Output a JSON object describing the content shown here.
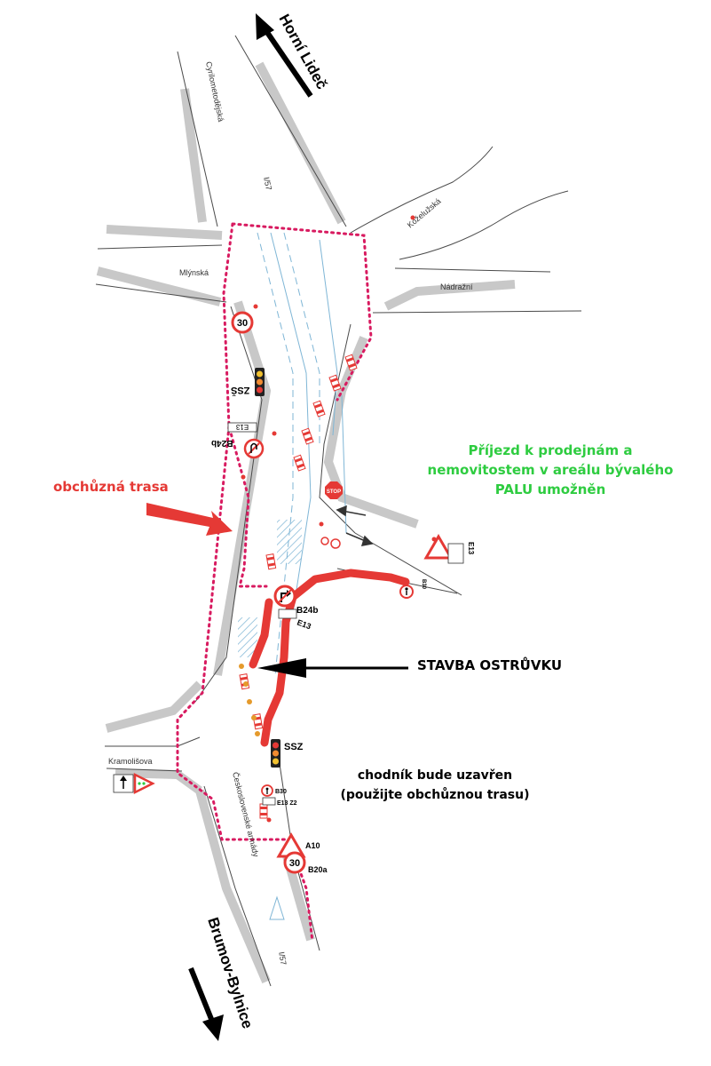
{
  "destinations": {
    "north": "Horní Lideč",
    "south": "Brumov-Bylnice"
  },
  "streets": {
    "cyrilometodejska": "Cyrilometodějská",
    "road_north": "I/57",
    "kozeluzska": "Koželužská",
    "mlynska": "Mlýnská",
    "nadrazni": "Nádražní",
    "kramolisova": "Kramolišova",
    "ceskoslovenske_armady": "Československé armády",
    "road_south": "I/57"
  },
  "annotations": {
    "detour_label": "obchůzná trasa",
    "island_label": "STAVBA OSTRŮVKU",
    "access_line1": "Příjezd k prodejnám a",
    "access_line2": "nemovitostem v areálu bývalého",
    "access_line3": "PALU umožněn",
    "sidewalk_line1": "chodník bude uzavřen",
    "sidewalk_line2": "(použijte obchůznou trasu)"
  },
  "signs": {
    "speed_north": "30",
    "zss": "ZSŠ",
    "e13_upper": "E13",
    "b24b_upper": "B24b",
    "stop": "STOP",
    "e13_right": "E13",
    "b24b_center": "B24b",
    "e13_center": "E13",
    "ssz": "SSZ",
    "b30": "B30",
    "e13_z2": "E13 Z2",
    "a10": "A10",
    "speed_south": "30",
    "b20a": "B20a",
    "b30_right": "B30"
  },
  "colors": {
    "construction_red": "#e53935",
    "detour_pink": "#d81b60",
    "access_green": "#2ecc40",
    "sidewalk_grey": "#c8c8c8",
    "lane_blue": "#7fb6d6",
    "arrow_black": "#000000"
  }
}
